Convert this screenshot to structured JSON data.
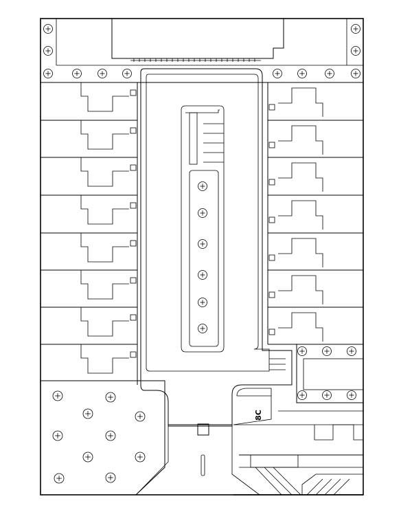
{
  "plan": {
    "room_tag": "8C",
    "accent_color": "#000000",
    "background_color": "#ffffff",
    "rooms_left_count": 8,
    "rooms_right_count": 7
  }
}
